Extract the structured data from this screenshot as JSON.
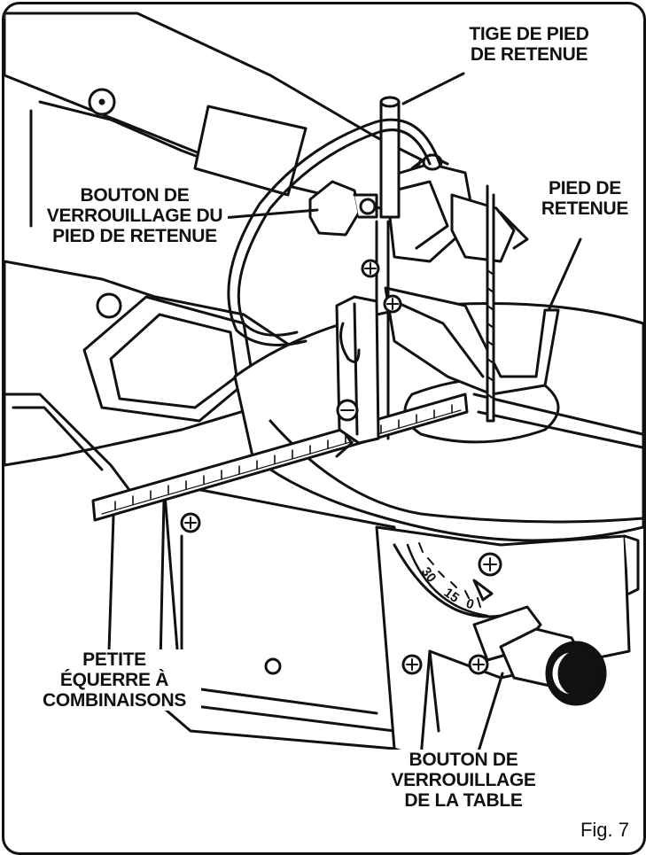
{
  "labels": {
    "tige_pied": "TIGE DE PIED\nDE RETENUE",
    "bouton_pied": "BOUTON DE\nVERROUILLAGE DU\nPIED DE RETENUE",
    "pied_retenue": "PIED DE\nRETENUE",
    "petite_equerre": "PETITE\nÉQUERRE À\nCOMBINAISONS",
    "bouton_table": "BOUTON DE\nVERROUILLAGE\nDE LA TABLE"
  },
  "scale_ticks": [
    "30",
    "15",
    "0"
  ],
  "figure_number": "Fig. 7"
}
